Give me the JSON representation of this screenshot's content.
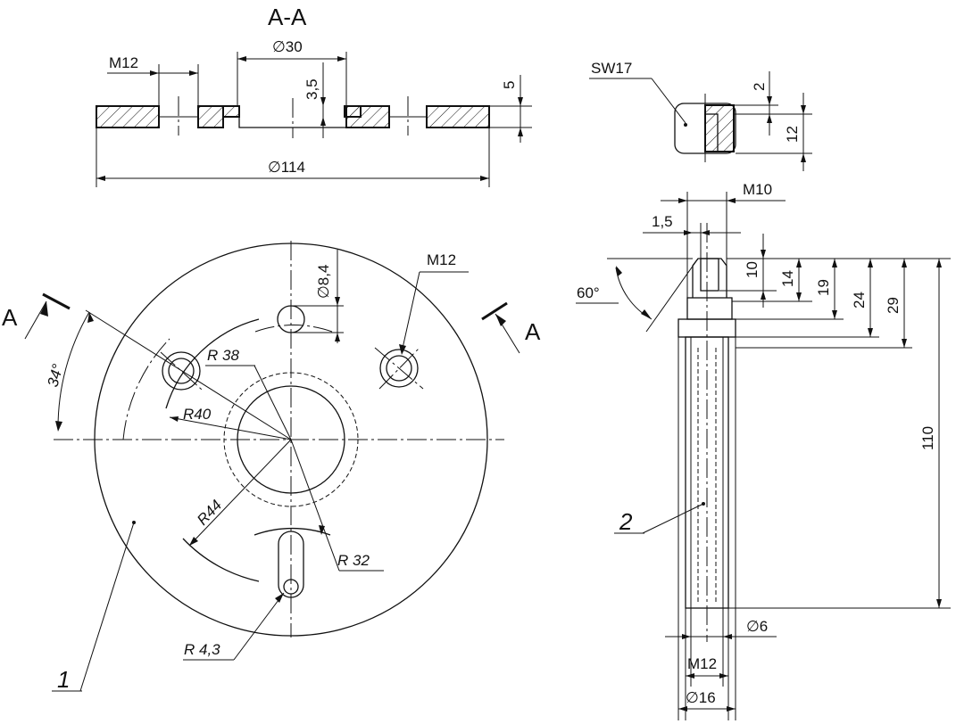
{
  "section_title": "A-A",
  "section_labels": {
    "left": "A",
    "right": "A"
  },
  "part_numbers": {
    "part1": "1",
    "part2": "2"
  },
  "dims_section": {
    "thread": "M12",
    "bore_dia": "∅30",
    "recess_depth": "3,5",
    "thickness": "5",
    "outer_dia": "∅114"
  },
  "dims_plan": {
    "angle": "34°",
    "hole_dia": "∅8,4",
    "thread": "M12",
    "r38": "R 38",
    "r40": "R40",
    "r44": "R44",
    "r32": "R 32",
    "r43": "R 4,3"
  },
  "dims_nut": {
    "wrench": "SW17",
    "d2": "2",
    "d12": "12"
  },
  "dims_pin": {
    "m10": "M10",
    "d15": "1,5",
    "angle60": "60°",
    "d10": "10",
    "d14": "14",
    "d19": "19",
    "d24": "24",
    "d29": "29",
    "d110": "110",
    "dia6": "∅6",
    "m12": "M12",
    "dia16": "∅16"
  }
}
